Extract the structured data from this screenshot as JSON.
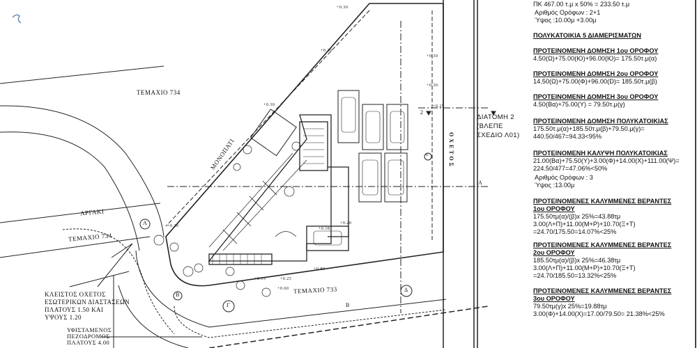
{
  "plan": {
    "parcel_734_top": "ΤΕΜΑΧΙΟ 734",
    "parcel_734_left": "ΤΕΜΑΧΙΟ 734",
    "parcel_733": "ΤΕΜΑΧΙΟ 733",
    "stream": "ΑΡΓΑΚΙ",
    "path": "ΜΟΝΟΠΑΤΙ",
    "culvert": "Ο Χ Ε Τ Ο Σ",
    "section_note": [
      "ΔΙΑΤΟΜΗ 2",
      "(ΒΛΕΠΕ",
      "ΣΧΕΔΙΟ Λ01)"
    ],
    "section_marks": {
      "a": "A",
      "b": "B",
      "two": "2"
    },
    "closed_culvert_note": [
      "ΚΛΕΙΣΤΟΣ ΟΧΕΤΟΣ",
      "ΕΣΩΤΕΡΙΚΩΝ ΔΙΑΣΤΑΣΕΩΝ",
      "ΠΛΑΤΟΥΣ 1.50 ΚΑΙ",
      "ΥΨΟΥΣ 1.20"
    ],
    "sidewalk_note": [
      "ΥΦΙΣΤΑΜΕΝΟΣ",
      "ΠΕΖΟΔΡΟΜΟΣ",
      "ΠΛΑΤΟΥΣ 4.00"
    ],
    "elevations": [
      "+0.30",
      "+0.30",
      "+0.30",
      "+0.30",
      "+0.30",
      "+0.20",
      "+0.25",
      "+0.18",
      "+0.80",
      "+0.15",
      "+0.60",
      "+0.25",
      "+0.20"
    ],
    "circle_marks": [
      "A",
      "B",
      "Γ",
      "Δ",
      "Ε"
    ]
  },
  "legend": {
    "top_cut": "ΠΚ 467.00 τ.μ x 50% = 233.50 τ.μ",
    "floors_1": "Αριθμός Ορόφων : 2+1",
    "height_1": "Ύψος :10.00μ +3.00μ",
    "building": "ΠΟΛΥΚΑΤΟΙΚΙΑ 5 ΔΙΑΜΕΡΙΣΜΑΤΩΝ",
    "sections": [
      {
        "title": "ΠΡΟΤΕΙΝΟΜΕΝΗ ΔΟΜΗΣΗ 1ου ΟΡΟΦΟΥ",
        "lines": [
          "4.50(Ω)+75.00(Ю)+96.00(Ю)= 175.50τ.μ(α)"
        ]
      },
      {
        "title": "ΠΡΟΤΕΙΝΟΜΕΝΗ ΔΟΜΗΣΗ 2ου ΟΡΟΦΟΥ",
        "lines": [
          "14.50(Ω)+75.00(Φ)+96.00(D)= 185.50τ.μ(β)"
        ]
      },
      {
        "title": "ΠΡΟΤΕΙΝΟΜΕΝΗ ΔΟΜΗΣΗ 3ου ΟΡΟΦΟΥ",
        "lines": [
          "4.50(Βα)+75.00(Υ) = 79.50τ.μ(γ)"
        ]
      },
      {
        "title": "ΠΡΟΤΕΙΝΟΜΕΝΗ ΔΟΜΗΣΗ ΠΟΛΥΚΑΤΟΙΚΙΑΣ",
        "lines": [
          "175.50τ.μ(α)+185.50τ.μ(β)+79.50.μ(γ)=",
          "440.50/467=94.33<95%"
        ]
      },
      {
        "title": "ΠΡΟΤΕΙΝΟΜΕΝΗ ΚΑΛΥΨΗ ΠΟΛΥΚΑΤΟΙΚΙΑΣ",
        "lines": [
          "21.00(Βα)+75.50(Υ)+3.00(Φ)+14.00(Χ)+111.00(Ψ)=",
          "224.50/477=47.06%<50%"
        ]
      }
    ],
    "floors_2": "Αριθμός Ορόφων : 3",
    "height_2": "Ύψος :13.00μ",
    "verandas": [
      {
        "title": "ΠΡΟΤΕΙΝΟΜΕΝΕΣ ΚΑΛΥΜΜΕΝΕΣ ΒΕΡΑΝΤΕΣ",
        "floor": "1ου ΟΡΟΦΟΥ",
        "lines": [
          "175.50τμ(α)/(β)x 25%=43.88τμ",
          "3.00(Λ+Π)+11.00(Μ+Ρ)+10.70(Ξ+Τ)",
          "=24.70/175.50=14.07%<25%"
        ]
      },
      {
        "title": "ΠΡΟΤΕΙΝΟΜΕΝΕΣ ΚΑΛΥΜΜΕΝΕΣ ΒΕΡΑΝΤΕΣ",
        "floor": "2ου ΟΡΟΦΟΥ",
        "lines": [
          "185.50τμ(α)/(β)x 25%=46.38τμ",
          "3.00(Λ+Π)+11.00(Μ+Ρ)+10.70(Ξ+Τ)",
          "=24.70/185.50=13.32%<25%"
        ]
      },
      {
        "title": "ΠΡΟΤΕΙΝΟΜΕΝΕΣ ΚΑΛΥΜΜΕΝΕΣ ΒΕΡΑΝΤΕΣ",
        "floor": "3ου ΟΡΟΦΟΥ",
        "lines": [
          "79.50τμ(γ)x 25%=19.88τμ",
          "3.00(Φ)+14.00(Χ)=17.00/79.50= 21.38%<25%"
        ]
      }
    ]
  }
}
